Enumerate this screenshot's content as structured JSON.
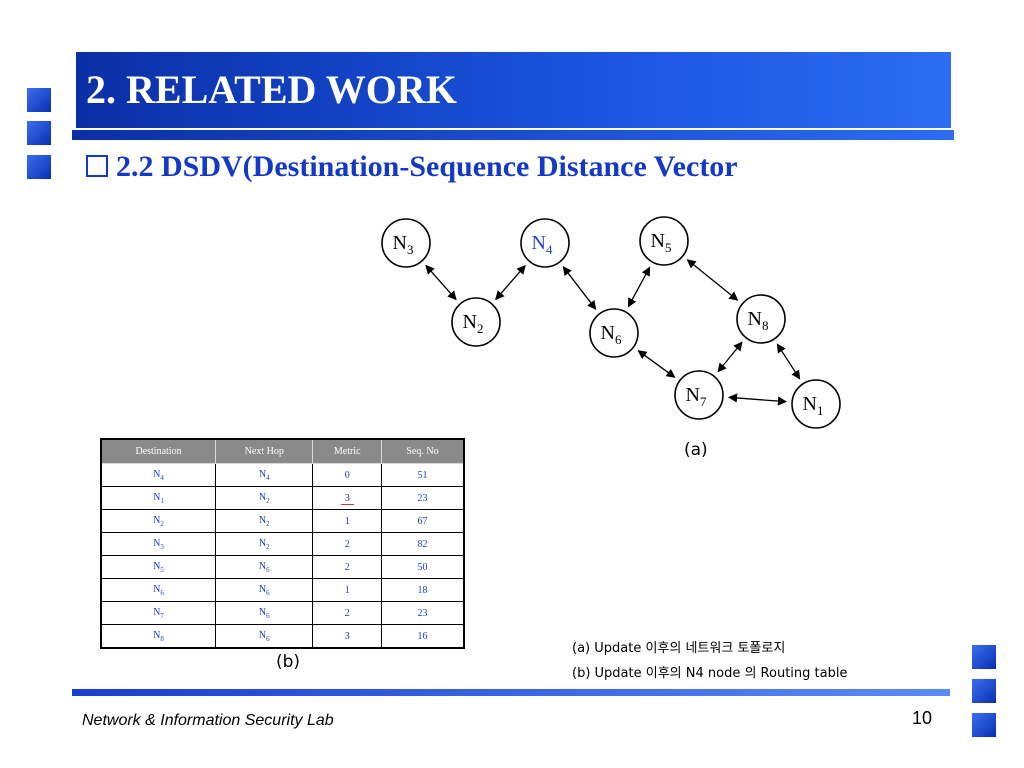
{
  "slide": {
    "title": "2. RELATED WORK",
    "subtitle": "2.2 DSDV(Destination-Sequence Distance Vector",
    "caption_a": "(a)",
    "caption_b": "(b)",
    "notes": [
      "(a)  Update 이후의 네트워크 토폴로지",
      "(b)  Update 이후의 N4 node 의 Routing table"
    ],
    "footer": "Network & Information Security Lab",
    "page_number": "10"
  },
  "colors": {
    "accent_blue": "#1438c8",
    "highlight_node": "#2a3fd0",
    "metric_underline": "#e03030"
  },
  "diagram": {
    "nodes": [
      {
        "id": "N3",
        "base": "N",
        "sub": "3",
        "highlight": false
      },
      {
        "id": "N4",
        "base": "N",
        "sub": "4",
        "highlight": true
      },
      {
        "id": "N5",
        "base": "N",
        "sub": "5",
        "highlight": false
      },
      {
        "id": "N2",
        "base": "N",
        "sub": "2",
        "highlight": false
      },
      {
        "id": "N6",
        "base": "N",
        "sub": "6",
        "highlight": false
      },
      {
        "id": "N8",
        "base": "N",
        "sub": "8",
        "highlight": false
      },
      {
        "id": "N7",
        "base": "N",
        "sub": "7",
        "highlight": false
      },
      {
        "id": "N1",
        "base": "N",
        "sub": "1",
        "highlight": false
      }
    ],
    "edges": [
      [
        "N3",
        "N2"
      ],
      [
        "N2",
        "N4"
      ],
      [
        "N4",
        "N6"
      ],
      [
        "N6",
        "N5"
      ],
      [
        "N5",
        "N8"
      ],
      [
        "N6",
        "N7"
      ],
      [
        "N7",
        "N8"
      ],
      [
        "N8",
        "N1"
      ],
      [
        "N7",
        "N1"
      ]
    ]
  },
  "routing_table": {
    "headers": [
      "Destination",
      "Next Hop",
      "Metric",
      "Seq. No"
    ],
    "rows": [
      {
        "dest": "4",
        "next": "4",
        "metric": "0",
        "seq": "51"
      },
      {
        "dest": "1",
        "next": "2",
        "metric": "3",
        "seq": "23",
        "underline": true
      },
      {
        "dest": "2",
        "next": "2",
        "metric": "1",
        "seq": "67"
      },
      {
        "dest": "3",
        "next": "2",
        "metric": "2",
        "seq": "82"
      },
      {
        "dest": "5",
        "next": "6",
        "metric": "2",
        "seq": "50"
      },
      {
        "dest": "6",
        "next": "6",
        "metric": "1",
        "seq": "18"
      },
      {
        "dest": "7",
        "next": "6",
        "metric": "2",
        "seq": "23"
      },
      {
        "dest": "8",
        "next": "6",
        "metric": "3",
        "seq": "16"
      }
    ]
  }
}
